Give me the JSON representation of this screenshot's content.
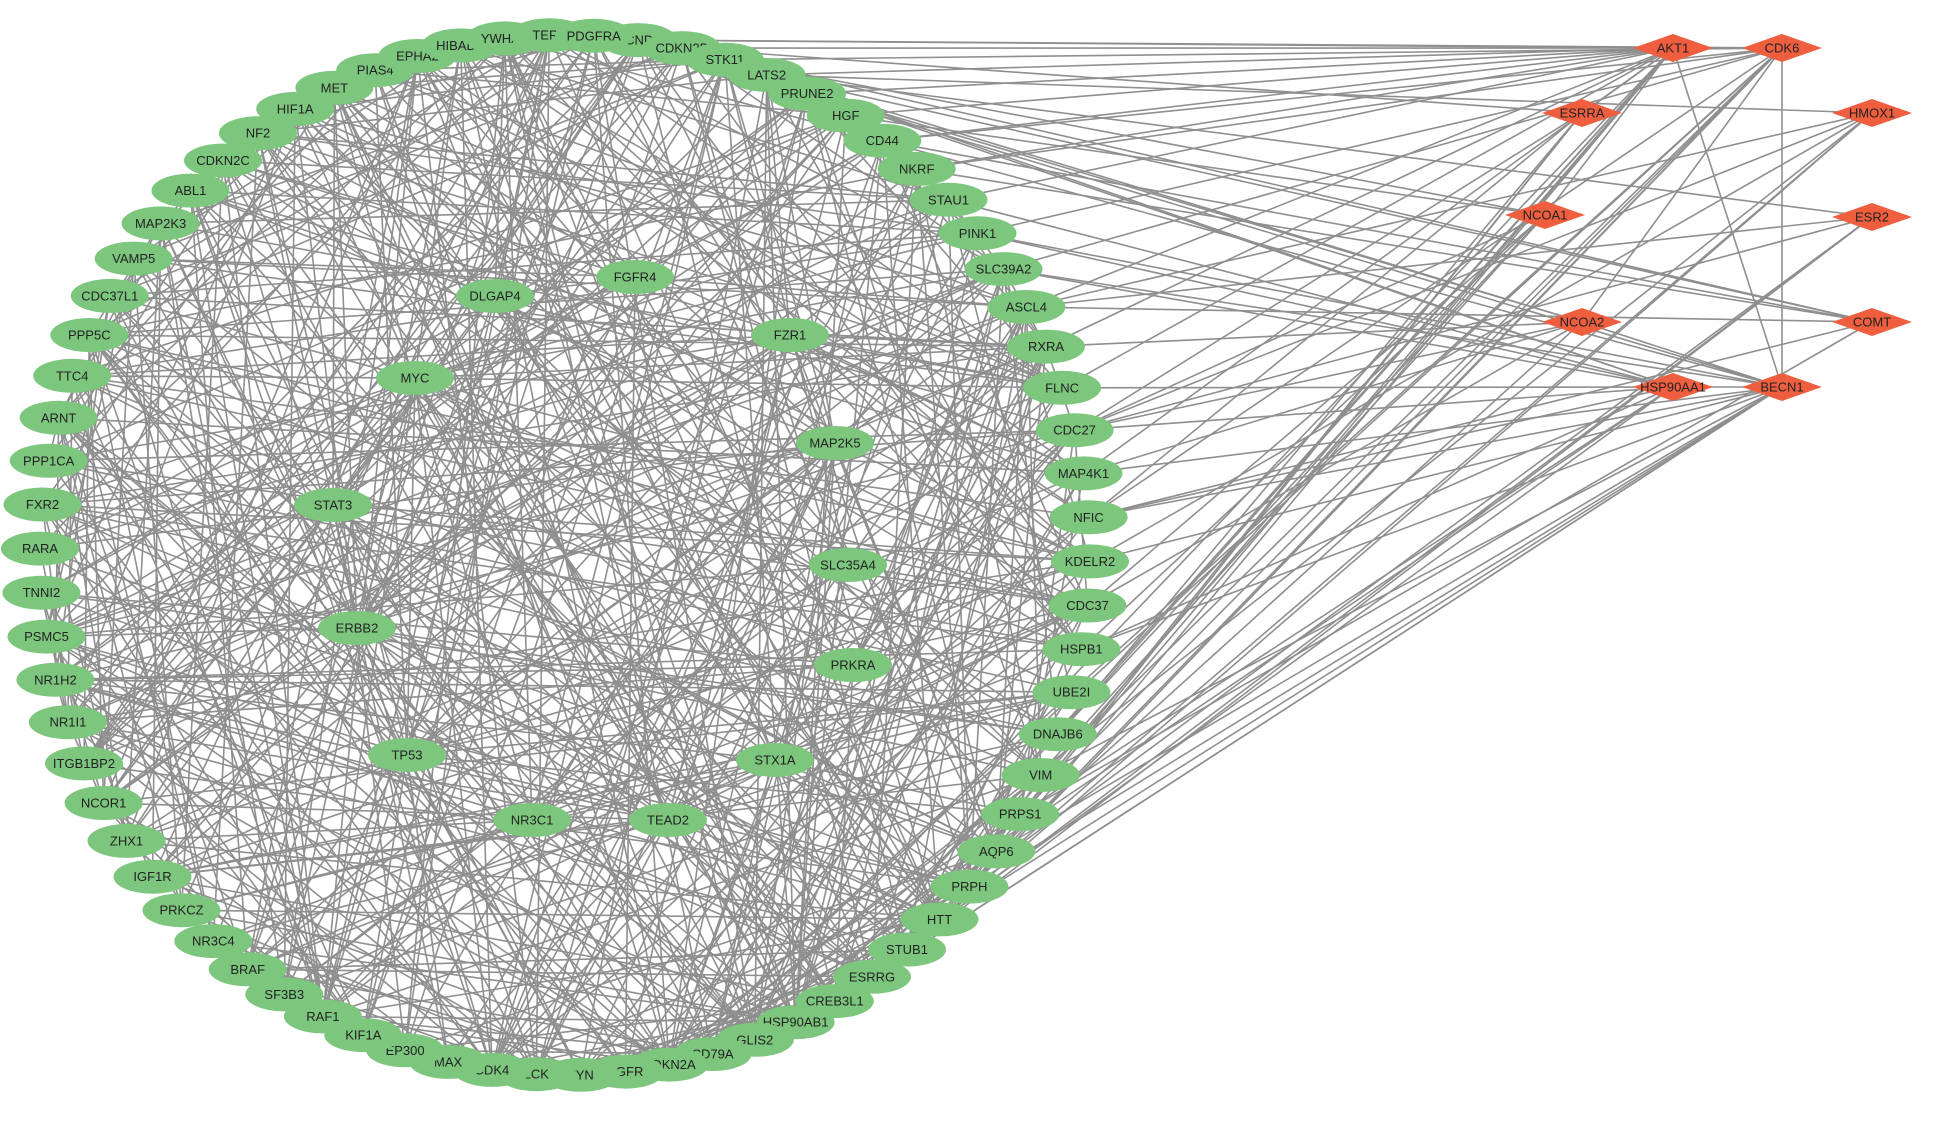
{
  "diagram": {
    "type": "network",
    "colors": {
      "gene_node": "#7dc67e",
      "drug_target_node": "#ef5f3f",
      "edge": "#8f8f8f",
      "label": "#222222"
    },
    "outer_ring": [
      "CCND2",
      "CDKN2B",
      "STK11",
      "LATS2",
      "PRUNE2",
      "HGF",
      "CD44",
      "NKRF",
      "STAU1",
      "PINK1",
      "SLC39A2",
      "ASCL4",
      "RXRA",
      "FLNC",
      "CDC27",
      "MAP4K1",
      "NFIC",
      "KDELR2",
      "CDC37",
      "HSPB1",
      "UBE2I",
      "DNAJB6",
      "VIM",
      "PRPS1",
      "AQP6",
      "PRPH",
      "HTT",
      "STUB1",
      "ESRRG",
      "CREB3L1",
      "HSP90AB1",
      "GLIS2",
      "CD79A",
      "CDKN2A",
      "EGFR",
      "FYN",
      "LCK",
      "CDK4",
      "MAX",
      "EP300",
      "KIF1A",
      "RAF1",
      "SF3B3",
      "BRAF",
      "NR3C4",
      "PRKCZ",
      "IGF1R",
      "ZHX1",
      "NCOR1",
      "ITGB1BP2",
      "NR1I1",
      "NR1H2",
      "PSMC5",
      "TNNI2",
      "RARA",
      "FXR2",
      "PPP1CA",
      "ARNT",
      "TTC4",
      "PPP5C",
      "CDC37L1",
      "VAMP5",
      "MAP2K3",
      "ABL1",
      "CDKN2C",
      "NF2",
      "HIF1A",
      "MET",
      "PIAS4",
      "EPHA2",
      "HIBADH",
      "YWHAB",
      "TERT",
      "PDGFRA"
    ],
    "inner_nodes": [
      "FGFR4",
      "DLGAP4",
      "FZR1",
      "MYC",
      "MAP2K5",
      "STAT3",
      "SLC35A4",
      "ERBB2",
      "PRKRA",
      "TP53",
      "STX1A",
      "NR3C1",
      "TEAD2"
    ],
    "target_nodes": [
      "AKT1",
      "CDK6",
      "ESRRA",
      "HMOX1",
      "NCOA1",
      "ESR2",
      "NCOA2",
      "COMT",
      "HSP90AA1",
      "BECN1"
    ]
  }
}
